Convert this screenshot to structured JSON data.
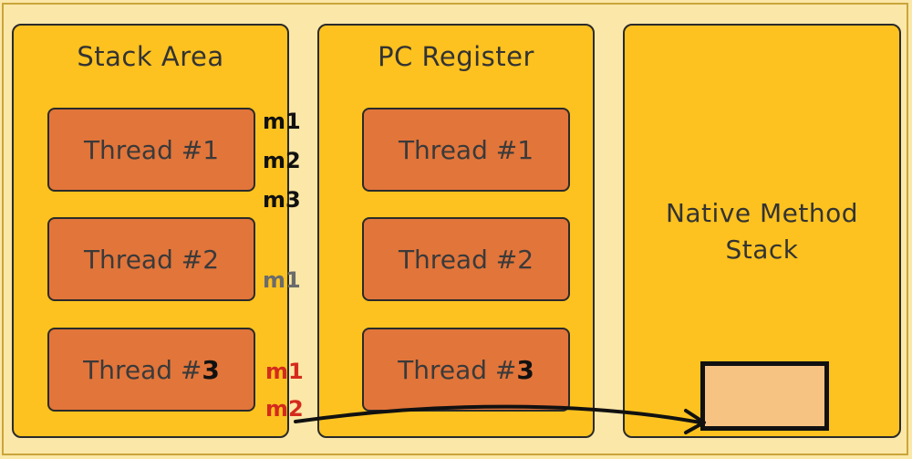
{
  "colors": {
    "background": "#fbe7a8",
    "panel": "#fdc21f",
    "thread": "#e2753a",
    "native_frame": "#f7c383",
    "label_black": "#111111",
    "label_gray": "#6b6b6b",
    "label_red": "#d42a1e"
  },
  "panels": {
    "stack_area": {
      "title": "Stack Area",
      "threads": [
        {
          "prefix": "Thread #",
          "num": "1"
        },
        {
          "prefix": "Thread #",
          "num": "2"
        },
        {
          "prefix": "Thread #",
          "num": "3"
        }
      ]
    },
    "pc_register": {
      "title": "PC Register",
      "threads": [
        {
          "prefix": "Thread #",
          "num": "1"
        },
        {
          "prefix": "Thread #",
          "num": "2"
        },
        {
          "prefix": "Thread #",
          "num": "3"
        }
      ]
    },
    "native_method_stack": {
      "title": "Native Method Stack"
    }
  },
  "method_labels": {
    "thread1": [
      "m1",
      "m2",
      "m3"
    ],
    "thread2": [
      "m1"
    ],
    "thread3": [
      "m1",
      "m2"
    ]
  }
}
